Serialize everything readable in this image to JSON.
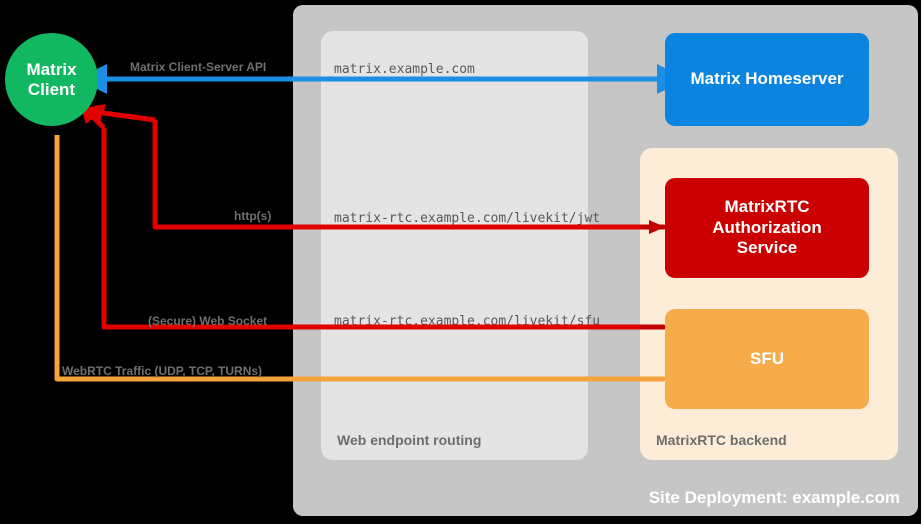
{
  "diagram": {
    "title": "MatrixRTC deployment topology",
    "site": {
      "label": "Site Deployment: example.com",
      "color": "#c6c6c6"
    },
    "groups": [
      {
        "name": "web-endpoint-routing",
        "label": "Web endpoint routing",
        "color": "#e4e4e4"
      },
      {
        "name": "matrixrtc-backend",
        "label": "MatrixRTC backend",
        "color": "#fdecd7"
      }
    ],
    "nodes": {
      "client": {
        "label": "Matrix\nClient",
        "line1": "Matrix",
        "line2": "Client",
        "color": "#12b762"
      },
      "homeserver": {
        "label": "Matrix Homeserver",
        "color": "#0b84e0"
      },
      "auth_service": {
        "label": "MatrixRTC\nAuthorization\nService",
        "line1": "MatrixRTC",
        "line2": "Authorization",
        "line3": "Service",
        "color": "#ca0000"
      },
      "sfu": {
        "label": "SFU",
        "color": "#f7ac4c"
      }
    },
    "endpoints": [
      {
        "url": "matrix.example.com",
        "color": "#5a5a5a"
      },
      {
        "url": "matrix-rtc.example.com/livekit/jwt",
        "color": "#5a5a5a"
      },
      {
        "url": "matrix-rtc.example.com/livekit/sfu",
        "color": "#5a5a5a"
      }
    ],
    "flows": [
      {
        "name": "client-server-api",
        "label": "Matrix Client-Server API",
        "color": "#1a8fe3"
      },
      {
        "name": "http-s",
        "label": "http(s)",
        "color": "#e00000"
      },
      {
        "name": "secure-web-socket",
        "label": "(Secure) Web Socket",
        "color": "#e00000"
      },
      {
        "name": "webrtc-traffic",
        "label": "WebRTC Traffic (UDP, TCP, TURNs)",
        "color": "#f5a33c"
      }
    ]
  }
}
